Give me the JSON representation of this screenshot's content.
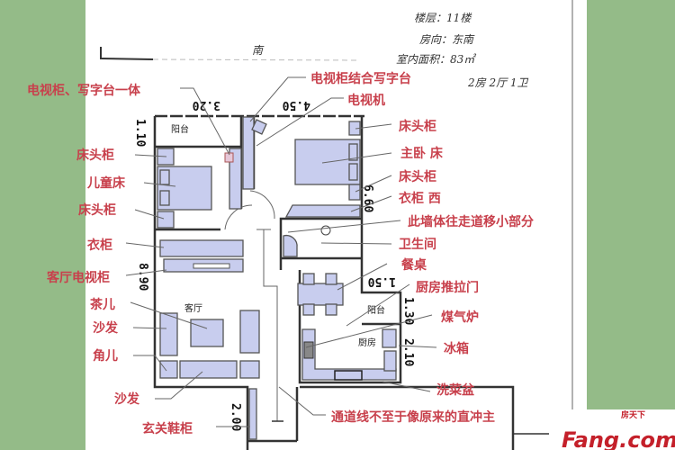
{
  "colors": {
    "background_green": "#94bb88",
    "label_red": "#c8404c",
    "furniture_fill": "#c8cdee",
    "logo_red": "#c4202a"
  },
  "compass": "南",
  "notes": {
    "floor": "楼层：11楼",
    "orientation": "房向：东南",
    "area": "室内面积：83㎡",
    "layout": "2房 2厅 1卫"
  },
  "dimensions": [
    "3.20",
    "4.50",
    "1.10",
    "6.60",
    "8.90",
    "1.50",
    "1.30",
    "2.10",
    "2.00"
  ],
  "rooms": {
    "balcony1": "阳台",
    "balcony2": "阳台",
    "living": "客厅",
    "kitchen": "厨房"
  },
  "labels_left": [
    "电视柜、写字台一体",
    "床头柜",
    "儿童床",
    "床头柜",
    "衣柜",
    "客厅电视柜",
    "茶儿",
    "沙发",
    "角儿",
    "沙发",
    "玄关鞋柜"
  ],
  "labels_right": [
    "电视柜结合写字台",
    "电视机",
    "床头柜",
    "主卧 床",
    "床头柜",
    "衣柜 西",
    "此墙体往走道移小部分",
    "卫生间",
    "餐桌",
    "厨房推拉门",
    "煤气炉",
    "冰箱",
    "洗菜盆",
    "通道线不至于像原来的直冲主"
  ],
  "logo": {
    "text": "Fang.com",
    "small": "房天下"
  }
}
